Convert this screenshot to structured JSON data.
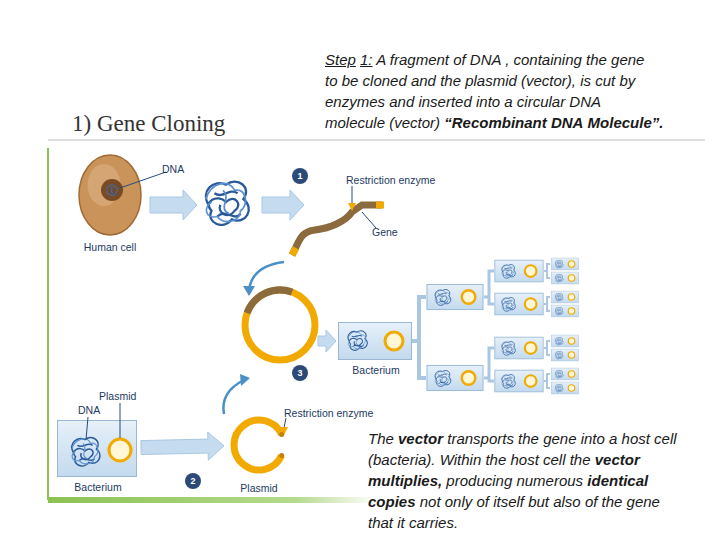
{
  "diagram": {
    "title": "1) Gene Cloning",
    "nodes": [
      {
        "text": [
          "Human cell"
        ]
      },
      {
        "text": [
          "Bacterium"
        ]
      },
      {
        "text": [
          "Bacterium"
        ]
      },
      {
        "text": [
          "Plasmid"
        ]
      }
    ],
    "edges": [
      {
        "from": 2,
        "to": 3,
        "arrow": "to"
      }
    ],
    "labels": [
      "Step 1: A fragment of DNA , containing the gene to be cloned and the plasmid (vector), is cut by enzymes and inserted into a circular DNA molecule (vector) “Recombinant DNA Molecule”.",
      "DNA",
      "1",
      "Restriction enzyme",
      "Gene",
      "3",
      "Plasmid",
      "DNA",
      "Restriction enzyme",
      "2",
      "The vector transports the gene into a host cell (bacteria). Within the host cell the vector multiplies, producing numerous identical copies not only of itself but also of the gene that it carries."
    ]
  }
}
